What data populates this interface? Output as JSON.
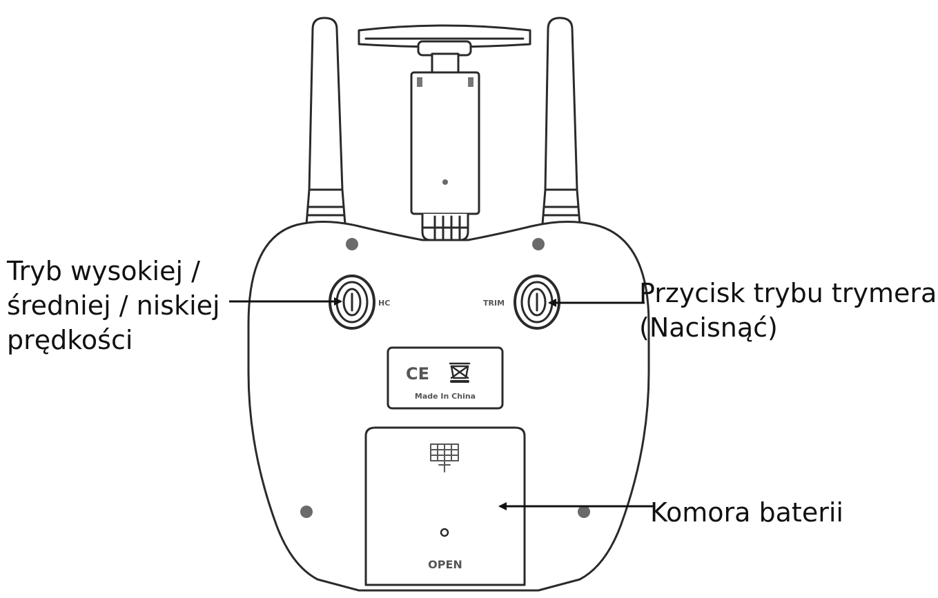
{
  "diagram": {
    "device": "remote-controller-back-view",
    "callouts": {
      "speed_mode": {
        "lines": [
          "Tryb wysokiej /",
          "średniej / niskiej",
          "prędkości"
        ]
      },
      "trim_button": {
        "lines": [
          "Przycisk trybu trymera",
          "(Nacisnąć)"
        ]
      },
      "battery": {
        "lines": [
          "Komora baterii"
        ]
      }
    },
    "device_markings": {
      "left_button_tag": "HC",
      "right_button_tag": "TRIM",
      "ce_mark": "CE",
      "label_text": "Made In China",
      "battery_cover_text": "OPEN"
    },
    "colors": {
      "outline": "#2a2a2a",
      "text": "#111111",
      "dot": "#6a6a6a",
      "background": "#ffffff"
    }
  }
}
